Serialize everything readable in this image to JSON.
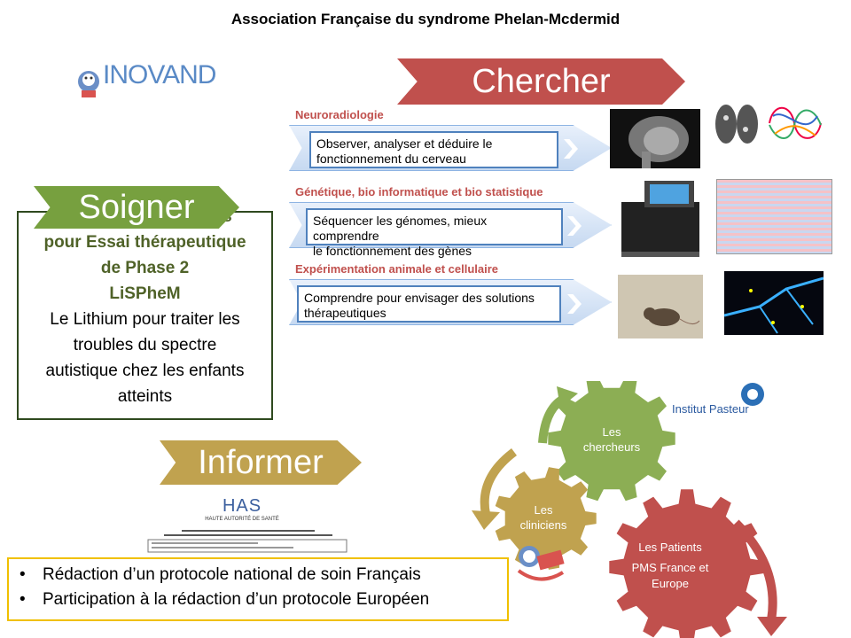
{
  "title": "Association Française du syndrome Phelan-Mcdermid",
  "inovand_logo": "INOVAND",
  "banners": {
    "chercher": "Chercher",
    "soigner": "Soigner",
    "informer": "Informer"
  },
  "soigner_box": {
    "lines_green": [
      "Autorisation en cours",
      "pour Essai thérapeutique",
      "de Phase 2",
      "LiSPheM"
    ],
    "lines_black": [
      "Le Lithium pour traiter les",
      "troubles du spectre",
      "autistique chez les enfants",
      "atteints"
    ]
  },
  "research": [
    {
      "heading": "Neuroradiologie",
      "text": [
        "Observer, analyser et déduire le",
        "fonctionnement du cerveau"
      ]
    },
    {
      "heading": "Génétique, bio informatique et bio statistique",
      "text": [
        "Séquencer les génomes, mieux comprendre",
        "le fonctionnement des gènes"
      ]
    },
    {
      "heading": "Expérimentation animale et cellulaire",
      "text": [
        "Comprendre pour envisager des solutions",
        "thérapeutiques"
      ]
    }
  ],
  "institut_pasteur": "Institut Pasteur",
  "has": {
    "logo": "HAS",
    "subtitle": "HAUTE AUTORITÉ DE SANTÉ"
  },
  "bullets": [
    "Rédaction d’un protocole national de soin Français",
    "Participation à la rédaction d’un protocole Européen"
  ],
  "gears": {
    "chercheurs": [
      "Les",
      "chercheurs"
    ],
    "cliniciens": [
      "Les",
      "cliniciens"
    ],
    "patients": [
      "Les Patients",
      "PMS France et",
      "Europe"
    ]
  },
  "colors": {
    "red": "#c0504d",
    "green": "#77a03f",
    "gold": "#c0a24f",
    "blue": "#4f81bd",
    "gear_green": "#8cae54"
  }
}
